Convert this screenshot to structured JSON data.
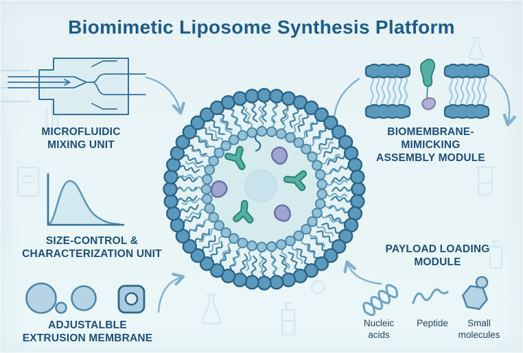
{
  "title": "Biomimetic Liposome Synthesis Platform",
  "colors": {
    "background": "#e9f4f6",
    "title_text": "#1c5c88",
    "label_text": "#1d4f76",
    "sublabel_text": "#27455f",
    "arrow": "#82b0cd",
    "outline_dark": "#2f6486",
    "outline_mid": "#35719a",
    "ghost_line": "#b9d8e2",
    "icon_fill_light": "#dcedf2",
    "icon_fill_mid": "#b6d4e3",
    "square_fill": "#a9cde0",
    "circle_stroke": "#4c86ac",
    "curve_fill": "#d3e9f0",
    "curve_stroke": "#5b98ba",
    "membrane_head_fill": "#5b9abc",
    "membrane_head_stroke": "#2a6287",
    "inner_head_fill": "#93c2d6",
    "inner_head_stroke": "#4d86a8",
    "tail_outer": "#3f7ea1",
    "tail_inner": "#74aac4",
    "annulus_fill": "#e4f2f4",
    "lumen_fill": "#d5ebee",
    "lumen_core_fill": "#c8e3eb",
    "lumen_core_stroke": "#bedde8",
    "squiggle_stroke": "#2f6e92",
    "teal_fill": "#55b0a2",
    "teal_stroke": "#2c8579",
    "bean_fill": "#9fa5ce",
    "bean_stroke": "#666fa1",
    "lavender_fill": "#b5aed6",
    "lavender_stroke": "#7d78ab",
    "bilayer_tail": "#98c5d8",
    "mol_stroke": "#69a1c2",
    "watermark": "#d2e7ea"
  },
  "modules": {
    "microfluidic": {
      "lines": [
        "MICROFLUIDIC",
        "MIXING UNIT"
      ],
      "icon": "microfluidic-chip-icon"
    },
    "size_control": {
      "lines": [
        "SIZE-CONTROL &",
        "CHARACTERIZATION UNIT"
      ],
      "icon": "size-distribution-curve-icon"
    },
    "extrusion": {
      "lines": [
        "ADJUSTALBLE",
        "EXTRUSION MEMBRANE"
      ],
      "icon": "extrusion-membrane-icon"
    },
    "biomembrane": {
      "lines": [
        "BIOMEMBRANE-",
        "MIMICKING",
        "ASSEMBLY MODULE"
      ],
      "icon": "lipid-bilayer-icon"
    },
    "payload": {
      "lines": [
        "PAYLOAD LOADING",
        "MODULE"
      ],
      "items": [
        {
          "lines": [
            "Nucleic",
            "acids"
          ],
          "icon": "dna-icon"
        },
        {
          "lines": [
            "Peptide"
          ],
          "icon": "peptide-icon"
        },
        {
          "lines": [
            "Small",
            "molecules"
          ],
          "icon": "small-molecule-icon"
        }
      ]
    }
  },
  "liposome": {
    "description": "Cross-section of a liposome: outer and inner lipid leaflets with wavy tails, aqueous lumen carrying antibody, protein and RNA payloads",
    "outer_head_count": 48,
    "inner_head_count": 37,
    "cargo": [
      "antibody",
      "antibody",
      "antibody",
      "protein",
      "protein",
      "protein",
      "rna-strand"
    ]
  }
}
